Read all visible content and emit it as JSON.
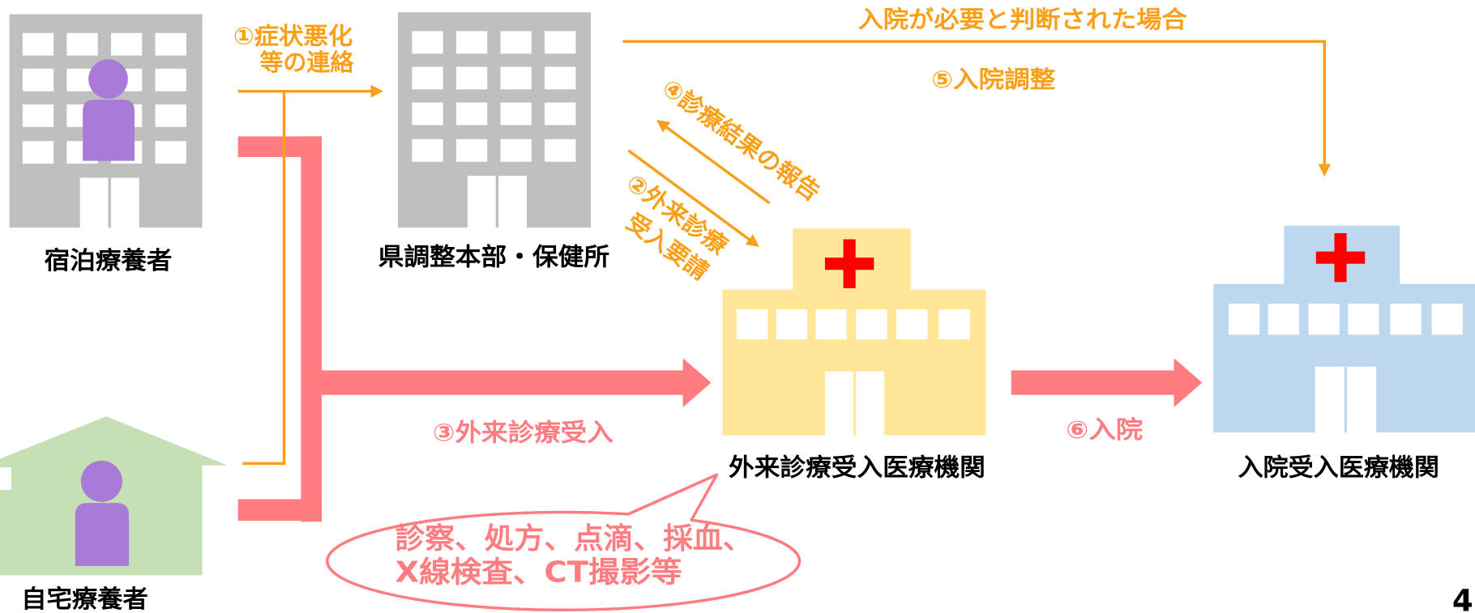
{
  "colors": {
    "orange": "#F9A01B",
    "pink": "#FF7C80",
    "purple": "#A87BD8",
    "gray": "#BFBFBF",
    "yellow": "#FFE699",
    "blue": "#BDD7EE",
    "green": "#C5E0B4",
    "red": "#FF0000"
  },
  "nodes": {
    "hotel": {
      "label": "宿泊療養者",
      "icon": "building-with-person-icon"
    },
    "home": {
      "label": "自宅療養者",
      "icon": "house-with-person-icon"
    },
    "hq": {
      "label": "県調整本部・保健所",
      "icon": "office-building-icon"
    },
    "outpatient": {
      "label": "外来診療受入医療機関",
      "icon": "hospital-icon"
    },
    "inpatient": {
      "label": "入院受入医療機関",
      "icon": "hospital-icon"
    }
  },
  "steps": {
    "s1": {
      "line1": "①症状悪化",
      "line2": "等の連絡"
    },
    "s2": {
      "line1": "②外来診療",
      "line2": "受入要請"
    },
    "s3": "③外来診療受入",
    "s4": "④診療結果の報告",
    "s5": "⑤入院調整",
    "s5_condition": "入院が必要と判断された場合",
    "s6": "⑥入院"
  },
  "callout": {
    "line1": "診察、処方、点滴、採血、",
    "line2": "X線検査、CT撮影等"
  },
  "page_number": "4"
}
